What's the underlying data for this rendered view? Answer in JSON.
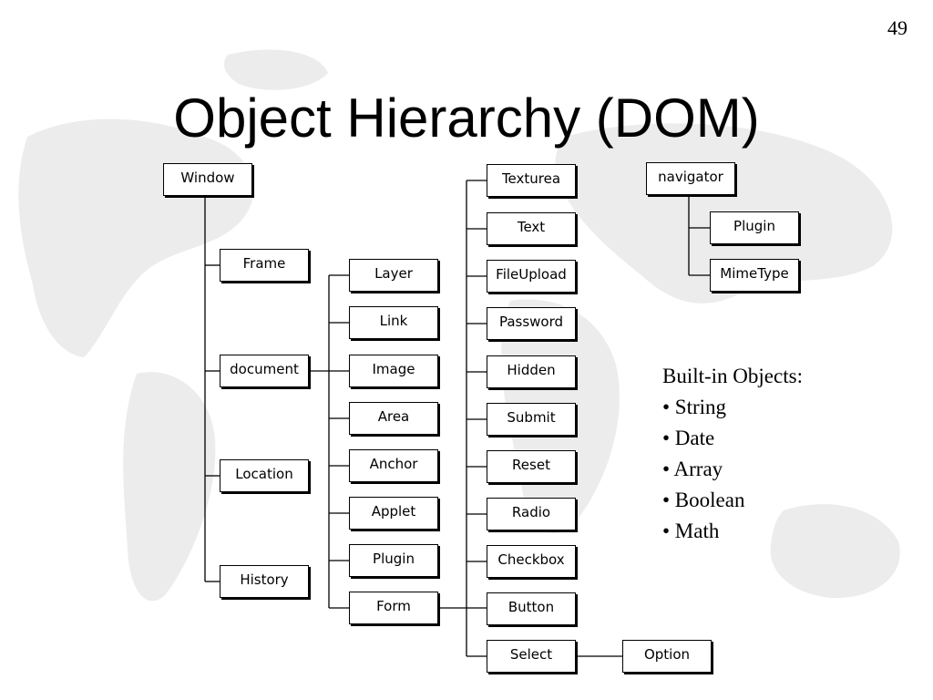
{
  "slide": {
    "number": "49",
    "title": "Object Hierarchy (DOM)"
  },
  "diagram": {
    "nodes": {
      "window": "Window",
      "frame": "Frame",
      "document": "document",
      "location": "Location",
      "history": "History",
      "layer": "Layer",
      "link": "Link",
      "image": "Image",
      "area": "Area",
      "anchor": "Anchor",
      "applet": "Applet",
      "plugin_doc": "Plugin",
      "form": "Form",
      "textarea": "Texturea",
      "text": "Text",
      "fileupload": "FileUpload",
      "password": "Password",
      "hidden": "Hidden",
      "submit": "Submit",
      "reset": "Reset",
      "radio": "Radio",
      "checkbox": "Checkbox",
      "button": "Button",
      "select": "Select",
      "option": "Option",
      "navigator": "navigator",
      "plugin_nav": "Plugin",
      "mimetype": "MimeType"
    }
  },
  "builtins": {
    "heading": "Built-in Objects:",
    "items": [
      "• String",
      "• Date",
      "• Array",
      "• Boolean",
      "• Math"
    ]
  },
  "colors": {
    "map_fill": "#ececec",
    "ink": "#000000"
  }
}
